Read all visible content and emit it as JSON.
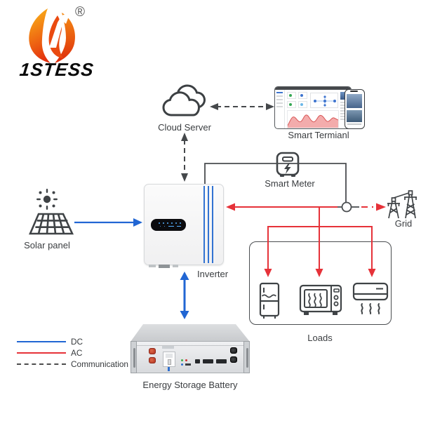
{
  "logo": {
    "brand": "1STESS",
    "registered": "®",
    "icon": "flame-logo"
  },
  "nodes": {
    "cloud_server": {
      "label": "Cloud Server"
    },
    "smart_terminal": {
      "label": "Smart Termianl"
    },
    "smart_meter": {
      "label": "Smart Meter"
    },
    "solar_panel": {
      "label": "Solar panel"
    },
    "inverter": {
      "label": "Inverter"
    },
    "grid": {
      "label": "Grid"
    },
    "loads": {
      "label": "Loads",
      "appliances": [
        "refrigerator",
        "microwave",
        "air-conditioner"
      ]
    },
    "battery": {
      "label": "Energy Storage Battery"
    }
  },
  "legend": {
    "items": [
      {
        "label": "DC",
        "style": "solid",
        "color": "#2166d3"
      },
      {
        "label": "AC",
        "style": "solid",
        "color": "#e63239"
      },
      {
        "label": "Communication",
        "style": "dashed",
        "color": "#4d4d4d"
      }
    ]
  },
  "colors": {
    "dc_blue": "#2166d3",
    "ac_red": "#e63239",
    "line_dark": "#4a4d50",
    "icon_dark": "#3f4346"
  }
}
